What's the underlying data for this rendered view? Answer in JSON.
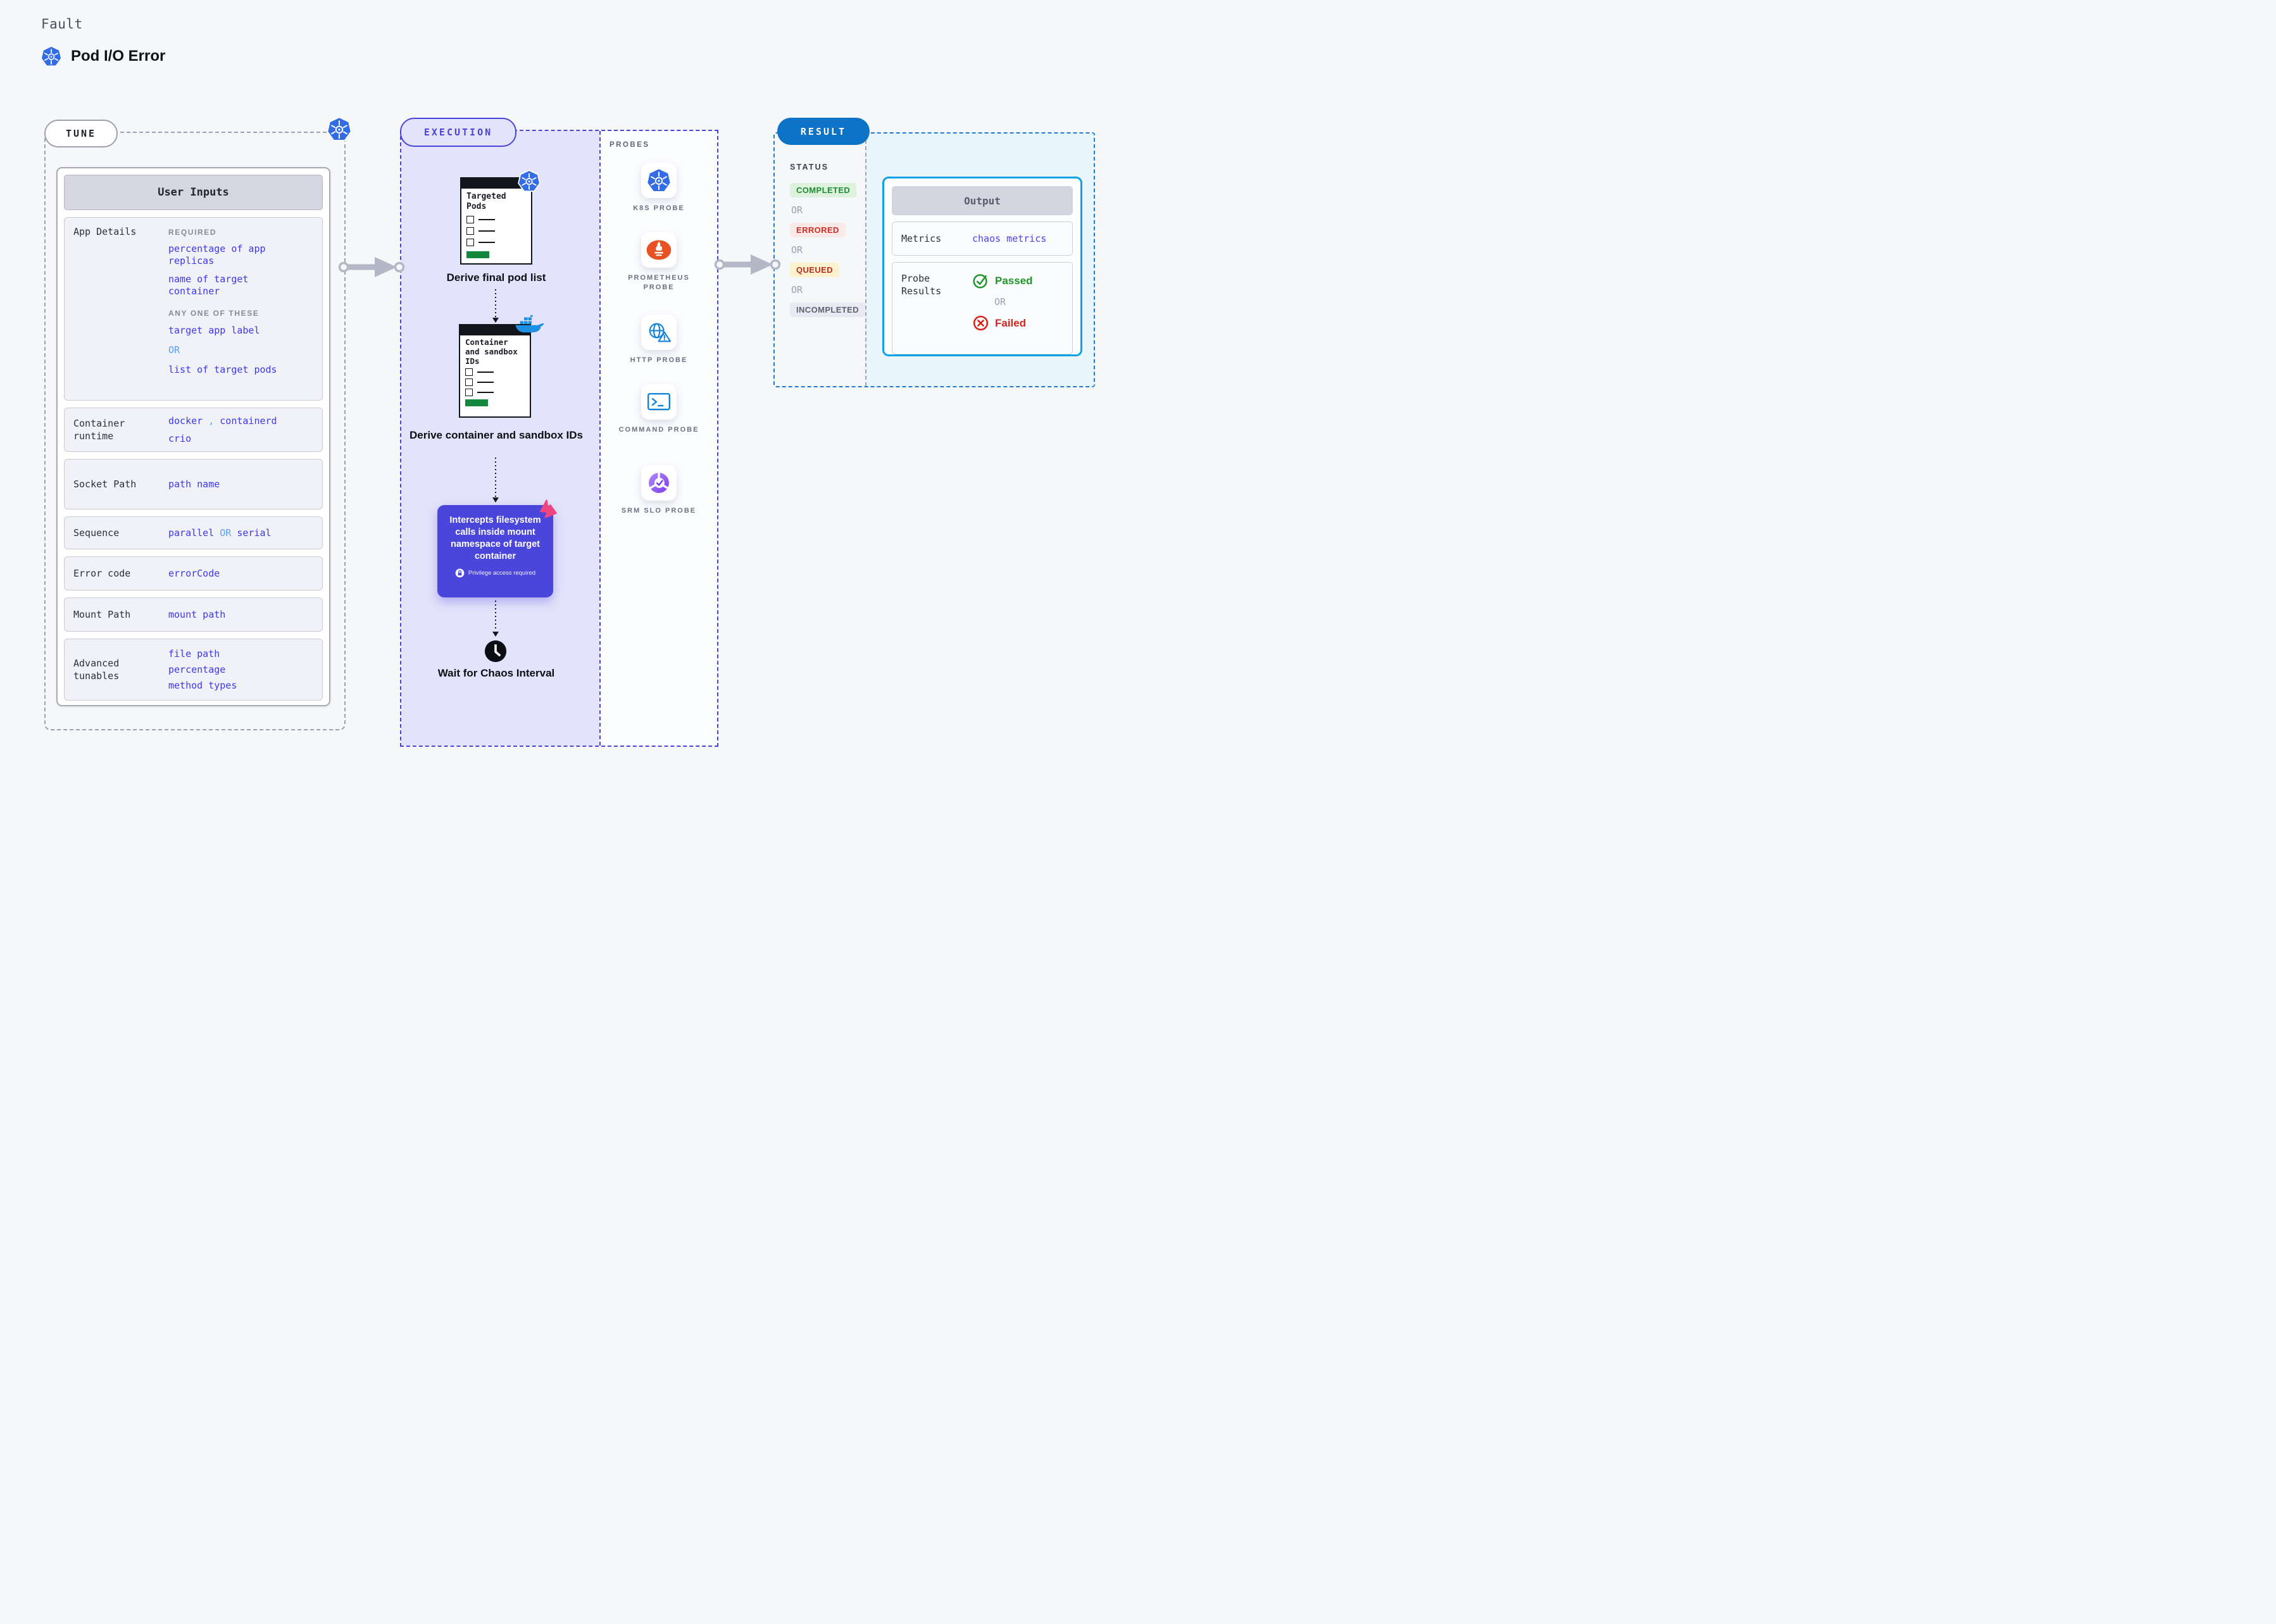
{
  "header": {
    "kicker": "Fault",
    "title": "Pod I/O Error"
  },
  "tune": {
    "badge": "TUNE",
    "table_title": "User Inputs",
    "app_details": {
      "label": "App Details",
      "required_heading": "REQUIRED",
      "required_items": [
        "percentage of app replicas",
        "name of target container"
      ],
      "any_heading": "ANY ONE OF THESE",
      "any_item_1": "target app label",
      "or": "OR",
      "any_item_2": "list of target pods"
    },
    "container_runtime": {
      "label": "Container runtime",
      "value1": "docker",
      "separator": ",",
      "value2": "containerd",
      "value3": "crio"
    },
    "socket_path": {
      "label": "Socket Path",
      "value": "path name"
    },
    "sequence": {
      "label": "Sequence",
      "value1": "parallel",
      "or": "OR",
      "value2": "serial"
    },
    "error_code": {
      "label": "Error code",
      "value": "errorCode"
    },
    "mount_path": {
      "label": "Mount Path",
      "value": "mount path"
    },
    "advanced_tunables": {
      "label": "Advanced tunables",
      "values": [
        "file path",
        "percentage",
        "method types"
      ]
    }
  },
  "execution": {
    "badge": "EXECUTION",
    "step1": {
      "card_title": "Targeted Pods",
      "caption": "Derive final pod list"
    },
    "step2": {
      "card_title": "Container and sandbox IDs",
      "caption": "Derive container and sandbox IDs"
    },
    "step3": {
      "text": "Intercepts filesystem calls inside mount namespace of target container",
      "note": "Privilege access required"
    },
    "step4": {
      "caption": "Wait for Chaos Interval"
    }
  },
  "probes": {
    "heading": "PROBES",
    "items": [
      {
        "icon": "kubernetes-icon",
        "label": "K8S PROBE"
      },
      {
        "icon": "prometheus-icon",
        "label": "PROMETHEUS PROBE"
      },
      {
        "icon": "globe-warning-icon",
        "label": "HTTP PROBE"
      },
      {
        "icon": "terminal-icon",
        "label": "COMMAND PROBE"
      },
      {
        "icon": "pie-check-icon",
        "label": "SRM SLO PROBE"
      }
    ]
  },
  "result": {
    "badge": "RESULT",
    "status_heading": "STATUS",
    "statuses": [
      {
        "label": "COMPLETED",
        "fg": "#1d8c34",
        "bg": "#def1dd"
      },
      {
        "label": "ERRORED",
        "fg": "#cb2f24",
        "bg": "#fbe9e8"
      },
      {
        "label": "QUEUED",
        "fg": "#bb2d1f",
        "bg": "#fcf2cd"
      },
      {
        "label": "INCOMPLETED",
        "fg": "#5d6374",
        "bg": "#e9eaf1"
      }
    ],
    "or": "OR",
    "output": {
      "title": "Output",
      "metrics_label": "Metrics",
      "metrics_value": "chaos metrics",
      "probe_label": "Probe Results",
      "passed": "Passed",
      "or": "OR",
      "failed": "Failed"
    }
  },
  "colors": {
    "value_blue": "#3c36f0",
    "value_light_blue": "#55a0f5",
    "execution_accent": "#4b45d7",
    "result_pill_blue": "#0d73c7",
    "result_border_blue": "#1a7cd0",
    "output_border_cyan": "#0aa2e4",
    "passed_green": "#1f9427",
    "failed_red": "#d3251a",
    "kubernetes_blue": "#336de6",
    "docker_blue": "#1d90e4",
    "prometheus_orange": "#e75225",
    "step_purple": "#4b46db",
    "litmus_pink": "#f0457f",
    "green_bar": "#15883f"
  }
}
